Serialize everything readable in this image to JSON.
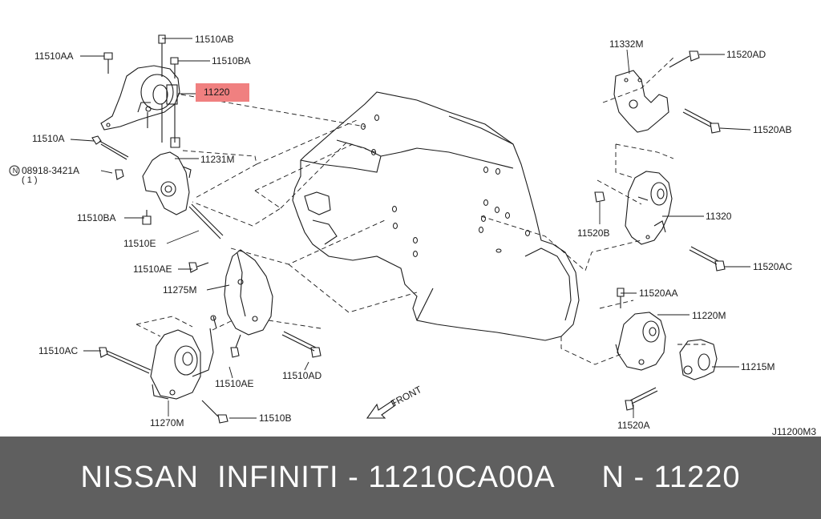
{
  "labels": {
    "p11510AB": "11510AB",
    "p11510AA": "11510AA",
    "p11510BA_top": "11510BA",
    "p11220": "11220",
    "p11510A": "11510A",
    "p11231M": "11231M",
    "p08918": "08918-3421A",
    "p08918_qty": "( 1 )",
    "n_circle": "N",
    "p11510BA_bot": "11510BA",
    "p11510E": "11510E",
    "p11510AE_top": "11510AE",
    "p11275M": "11275M",
    "p11510AC": "11510AC",
    "p11510AE_bot": "11510AE",
    "p11510AD": "11510AD",
    "p11270M": "11270M",
    "p11510B": "11510B",
    "p11332M": "11332M",
    "p11520AD": "11520AD",
    "p11520AB": "11520AB",
    "p11320": "11320",
    "p11520B": "11520B",
    "p11520AC": "11520AC",
    "p11520AA": "11520AA",
    "p11220M": "11220M",
    "p11215M": "11215M",
    "p11520A": "11520A",
    "front": "FRONT",
    "diagram_ref": "J11200M3"
  },
  "highlight_color": "#f08080",
  "footer": {
    "left": "NISSAN  INFINITI - 11210CA00A",
    "right": "N - 11220",
    "bg_color": "#5f5f5f"
  }
}
